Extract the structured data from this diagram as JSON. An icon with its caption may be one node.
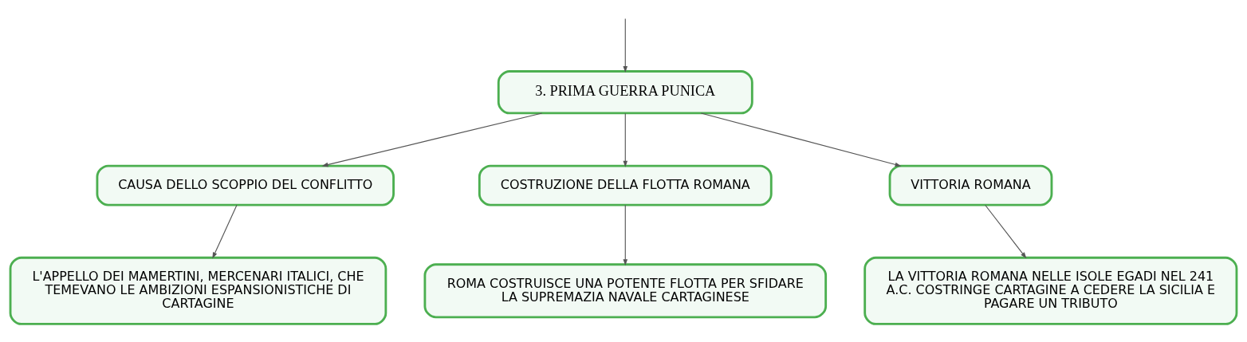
{
  "diagram": {
    "nodes": [
      {
        "text": [
          "3. PRIMA GUERRA PUNICA"
        ]
      },
      {
        "text": [
          "CAUSA DELLO SCOPPIO DEL CONFLITTO"
        ]
      },
      {
        "text": [
          "COSTRUZIONE DELLA FLOTTA ROMANA"
        ]
      },
      {
        "text": [
          "VITTORIA ROMANA"
        ]
      },
      {
        "text": [
          "L'APPELLO DEI MAMERTINI, MERCENARI ITALICI, CHE TEMEVANO LE AMBIZIONI ESPANSIONISTICHE DI CARTAGINE"
        ]
      },
      {
        "text": [
          "ROMA COSTRUISCE UNA POTENTE FLOTTA PER SFIDARE LA SUPREMAZIA NAVALE CARTAGINESE"
        ]
      },
      {
        "text": [
          "LA VITTORIA ROMANA NELLE ISOLE EGADI NEL 241 A.C. COSTRINGE CARTAGINE A CEDERE LA SICILIA E PAGARE UN TRIBUTO"
        ]
      }
    ],
    "edges": [
      {
        "from": null,
        "to": 0,
        "arrow": "to"
      },
      {
        "from": 0,
        "to": 1,
        "arrow": "to"
      },
      {
        "from": 0,
        "to": 2,
        "arrow": "to"
      },
      {
        "from": 0,
        "to": 3,
        "arrow": "to"
      },
      {
        "from": 1,
        "to": 4,
        "arrow": "to"
      },
      {
        "from": 2,
        "to": 5,
        "arrow": "to"
      },
      {
        "from": 3,
        "to": 6,
        "arrow": "to"
      }
    ]
  }
}
